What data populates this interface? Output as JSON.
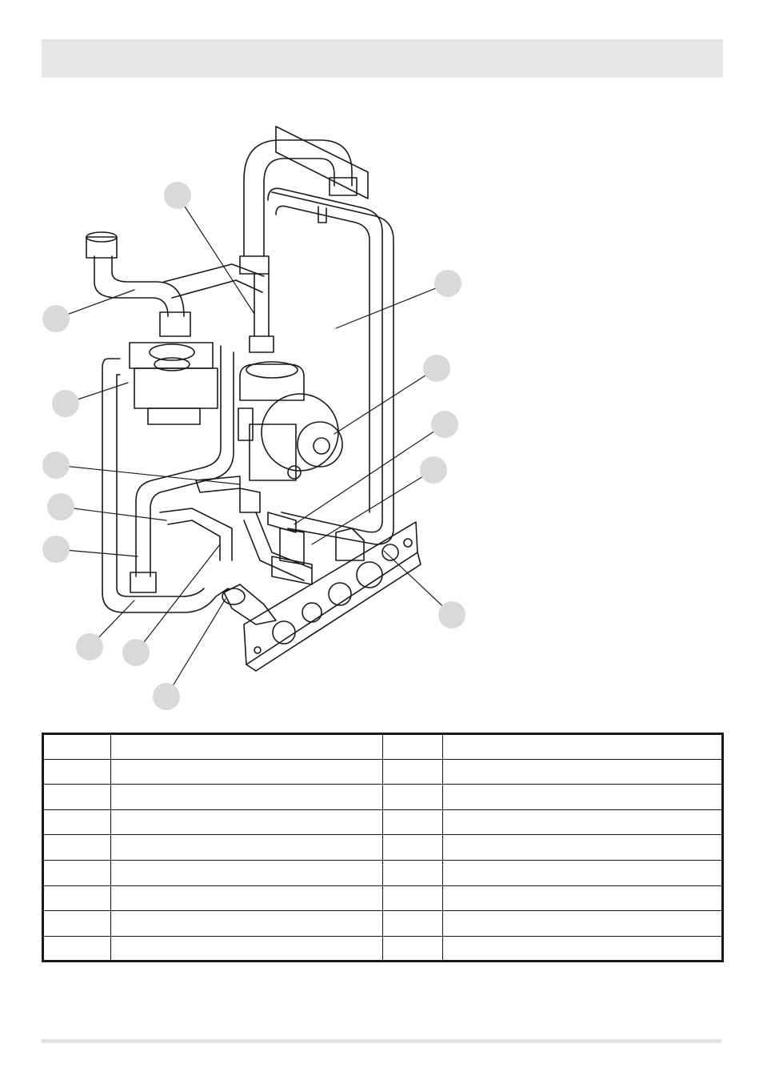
{
  "header": {
    "title": ""
  },
  "diagram": {
    "callouts": [
      {
        "id": "c1",
        "label": ""
      },
      {
        "id": "c2",
        "label": ""
      },
      {
        "id": "c3",
        "label": ""
      },
      {
        "id": "c4",
        "label": ""
      },
      {
        "id": "c5",
        "label": ""
      },
      {
        "id": "c6",
        "label": ""
      },
      {
        "id": "c7",
        "label": ""
      },
      {
        "id": "c8",
        "label": ""
      },
      {
        "id": "c9",
        "label": ""
      },
      {
        "id": "c10",
        "label": ""
      },
      {
        "id": "c11",
        "label": ""
      },
      {
        "id": "c12",
        "label": ""
      },
      {
        "id": "c13",
        "label": ""
      },
      {
        "id": "c14",
        "label": ""
      },
      {
        "id": "c15",
        "label": ""
      }
    ]
  },
  "parts_table": {
    "rows": [
      [
        "",
        "",
        "",
        ""
      ],
      [
        "",
        "",
        "",
        ""
      ],
      [
        "",
        "",
        "",
        ""
      ],
      [
        "",
        "",
        "",
        ""
      ],
      [
        "",
        "",
        "",
        ""
      ],
      [
        "",
        "",
        "",
        ""
      ],
      [
        "",
        "",
        "",
        ""
      ],
      [
        "",
        "",
        "",
        ""
      ],
      [
        "",
        "",
        "",
        ""
      ]
    ]
  },
  "colors": {
    "line": "#1a1a1a",
    "callout_fill": "#d9d9d9",
    "header_fill": "#e6e6e6"
  }
}
